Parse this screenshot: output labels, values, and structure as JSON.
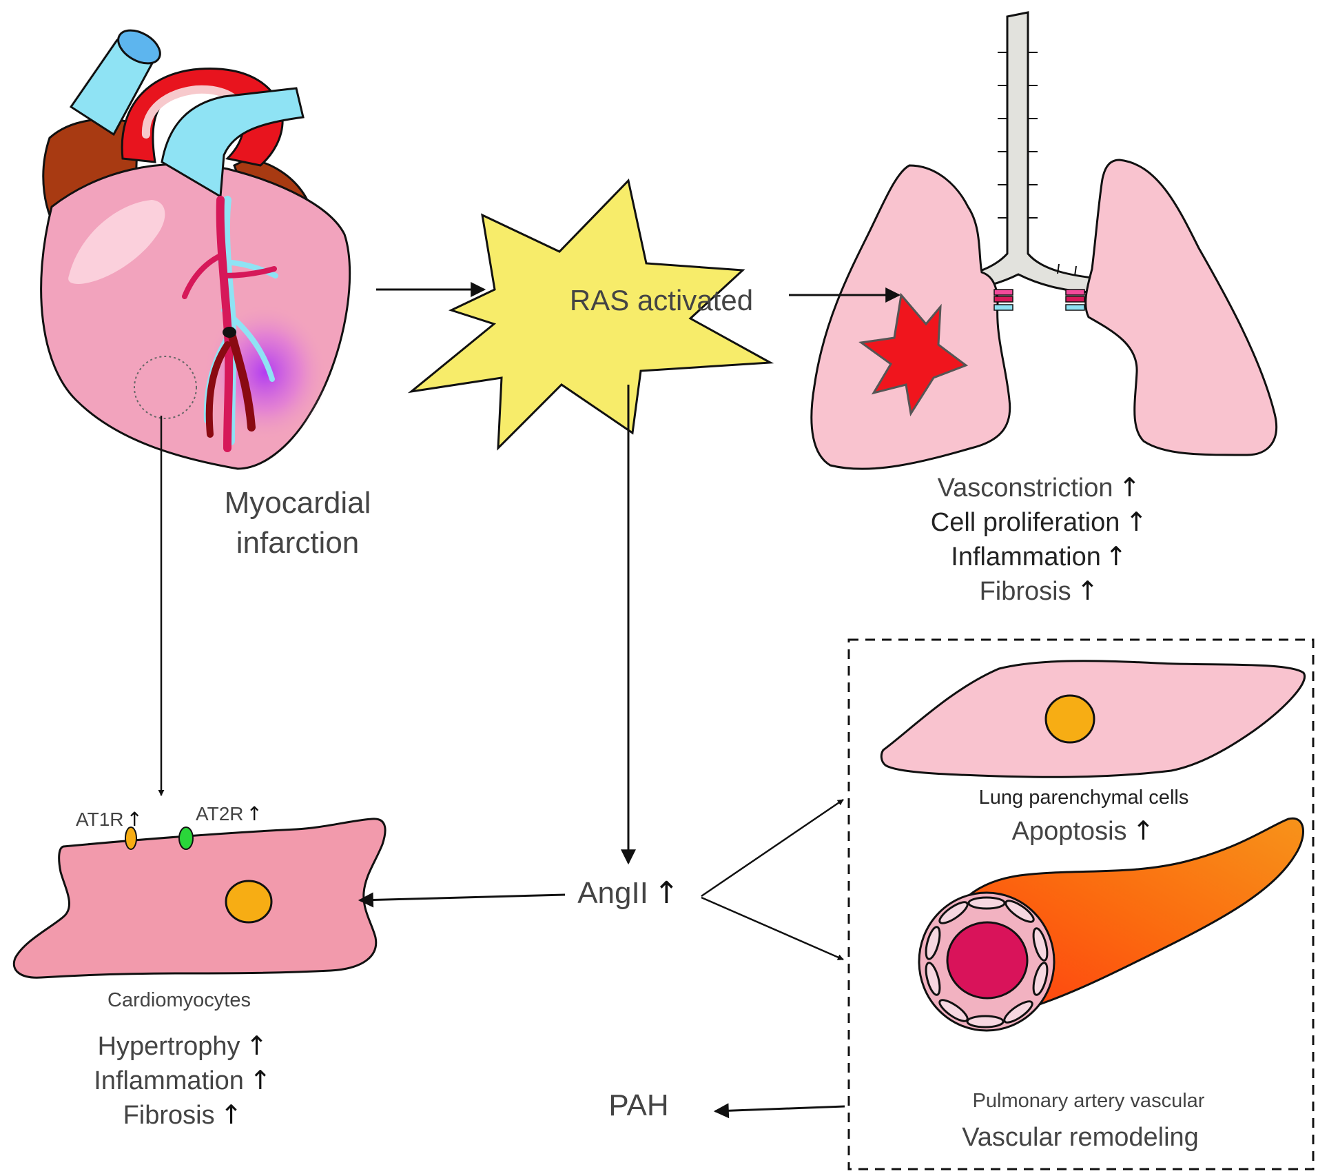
{
  "heart": {
    "label_line1": "Myocardial",
    "label_line2": "infarction"
  },
  "ras": {
    "label": "RAS activated"
  },
  "lung_effects": {
    "items": [
      "Vasconstriction",
      "Cell proliferation",
      "Inflammation",
      "Fibrosis"
    ]
  },
  "cardiomyocyte": {
    "at1r": "AT1R",
    "at2r": "AT2R",
    "label": "Cardiomyocytes",
    "effects": [
      "Hypertrophy",
      "Inflammation",
      "Fibrosis"
    ]
  },
  "angii": {
    "label": "AngII"
  },
  "parenchymal": {
    "label": "Lung parenchymal cells",
    "effect": "Apoptosis"
  },
  "pulmonary_artery": {
    "label": "Pulmonary artery vascular",
    "effect": "Vascular remodeling"
  },
  "pah": {
    "label": "PAH"
  },
  "symbols": {
    "up_arrow": "↑"
  },
  "colors": {
    "heart_pink": "#f2a3bd",
    "vessel_blue": "#8fe3f4",
    "aorta_red": "#e8141e",
    "atrium_brown": "#a83a12",
    "ras_yellow": "#f7ec6a",
    "lung_pink": "#f9c3cf",
    "lesion_red": "#f0151d",
    "trachea_grey": "#e2e2dd",
    "cardiomyocyte_pink": "#f29aac",
    "nucleus_orange": "#f7ad14",
    "at2r_green": "#2ad63a",
    "artery_orange": "#f58a14",
    "lumen_magenta": "#d9135a"
  }
}
